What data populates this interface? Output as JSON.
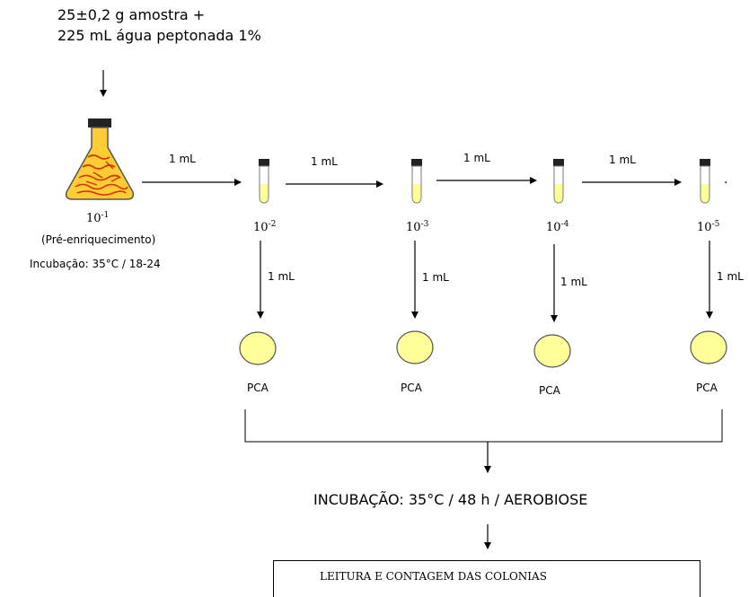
{
  "sample": {
    "line1": "25±0,2 g amostra +",
    "line2": "225 mL água peptonada  1%"
  },
  "flask": {
    "dilution_base": "10",
    "dilution_exp": "-1",
    "label": "(Pré-enriquecimento)",
    "incubation": "Incubação: 35°C / 18-24"
  },
  "transfer_label": "1 mL",
  "tubes": [
    {
      "base": "10",
      "exp": "-2"
    },
    {
      "base": "10",
      "exp": "-3"
    },
    {
      "base": "10",
      "exp": "-4"
    },
    {
      "base": "10",
      "exp": "-5"
    }
  ],
  "plating_label": "1 mL",
  "plates": [
    "PCA",
    "PCA",
    "PCA",
    "PCA"
  ],
  "trailing_mark": ".",
  "incubation_step": "INCUBAÇÃO: 35°C / 48 h / AEROBIOSE",
  "final_step": "LEITURA E CONTAGEM DAS COLONIAS",
  "colors": {
    "medium_fill": "#ffff99",
    "flask_fill": "#ffcc33",
    "flask_lines": "#cc3300",
    "cap": "#222222"
  }
}
